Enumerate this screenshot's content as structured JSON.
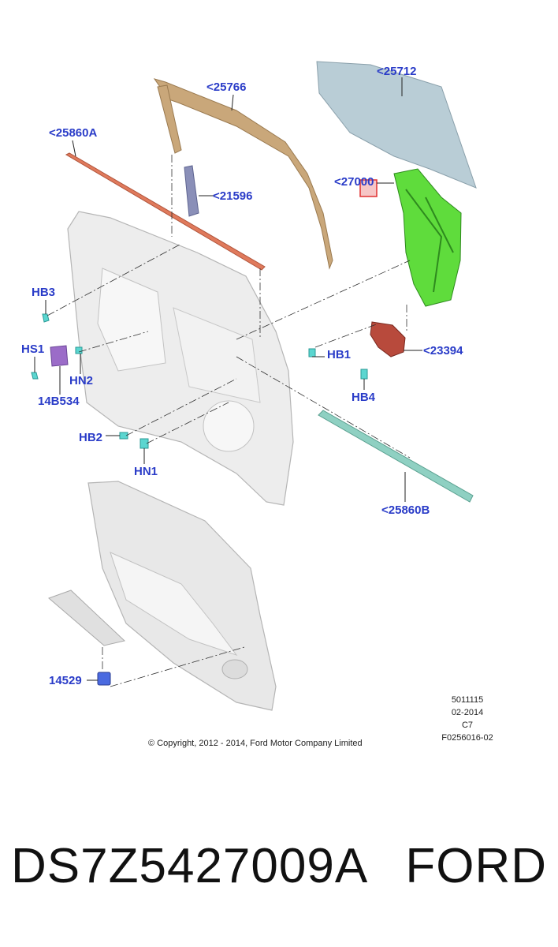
{
  "callouts": {
    "c25766": "<25766",
    "c25712": "<25712",
    "c25860A": "<25860A",
    "c21596": "<21596",
    "c27000": "<27000",
    "cHB3": "HB3",
    "cHS1": "HS1",
    "cHN2": "HN2",
    "c14B534": "14B534",
    "cHB1": "HB1",
    "c23394": "<23394",
    "cHB4": "HB4",
    "cHB2": "HB2",
    "cHN1": "HN1",
    "c25860B": "<25860B",
    "c14529": "14529"
  },
  "meta": {
    "line1": "5011115",
    "line2": "02-2014",
    "line3": "C7",
    "line4": "F0256016-02",
    "copyright": "© Copyright, 2012 - 2014, Ford Motor Company Limited"
  },
  "footer": {
    "part_number": "DS7Z5427009A",
    "brand": "FORD"
  },
  "colors": {
    "callout": "#2a3cc8",
    "glass": "#b9cdd6",
    "frame": "#c9a77a",
    "weatherstrip_a": "#e07a5c",
    "weatherstrip_b": "#8fd0c2",
    "regulator": "#5fdc3c",
    "motor": "#b84a3c",
    "switch_housing": "#9b6cc8",
    "clip": "#5bd6d0",
    "highlight": "#e03030"
  }
}
